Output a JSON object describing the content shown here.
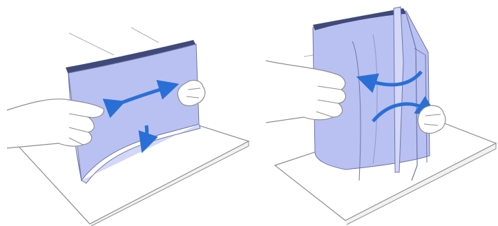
{
  "panels": [
    {
      "id": "flex-stack",
      "icons": [
        "paper-stack",
        "flex-arrow",
        "down-arrow",
        "left-hand",
        "right-hand",
        "table-surface"
      ]
    },
    {
      "id": "fan-stack",
      "icons": [
        "paper-stack",
        "fan-arrow-left",
        "fan-arrow-right",
        "left-hand",
        "right-hand",
        "table-surface"
      ]
    }
  ],
  "colors": {
    "paper_fill": "#b9c1f2",
    "paper_light": "#d3d8f8",
    "paper_dark": "#3f4a7a",
    "arrow": "#2a6fd6",
    "outline": "#8c8c8c",
    "background": "#ffffff"
  }
}
